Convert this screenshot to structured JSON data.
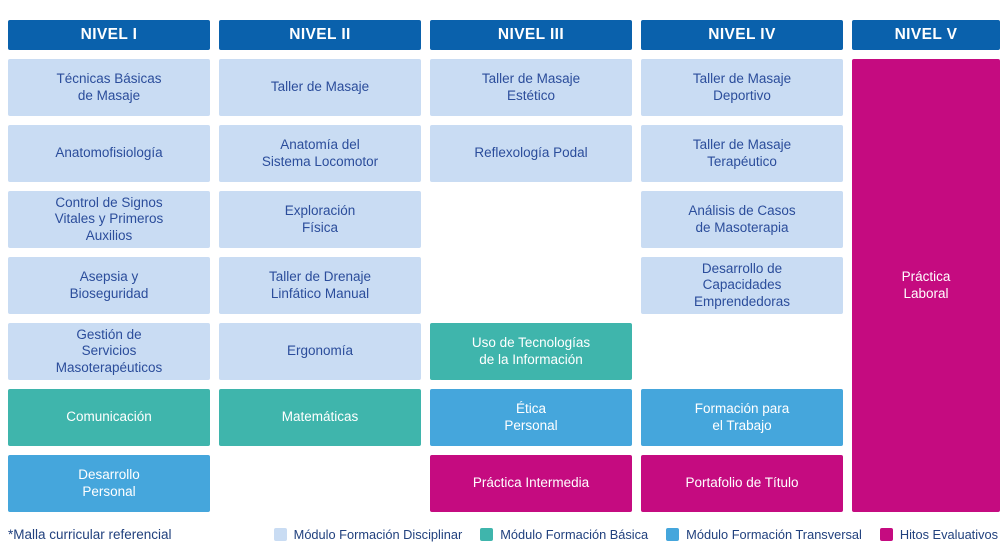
{
  "colors": {
    "header_bg": "#0A61AC",
    "disciplinar": "#C9DCF3",
    "basica": "#3FB5AC",
    "transversal": "#45A6DC",
    "hitos": "#C50B80",
    "cell_text": "#2B4D9B",
    "footer_text": "#21417E"
  },
  "columns": [
    {
      "header": "NIVEL I",
      "cells": [
        {
          "row": 1,
          "type": "disciplinar",
          "label": "Técnicas Básicas\nde Masaje"
        },
        {
          "row": 2,
          "type": "disciplinar",
          "label": "Anatomofisiología"
        },
        {
          "row": 3,
          "type": "disciplinar",
          "label": "Control de Signos\nVitales y Primeros\nAuxilios"
        },
        {
          "row": 4,
          "type": "disciplinar",
          "label": "Asepsia y\nBioseguridad"
        },
        {
          "row": 5,
          "type": "disciplinar",
          "label": "Gestión de\nServicios\nMasoterapéuticos"
        },
        {
          "row": 6,
          "type": "basica",
          "label": "Comunicación"
        },
        {
          "row": 7,
          "type": "transversal",
          "label": "Desarrollo\nPersonal"
        }
      ]
    },
    {
      "header": "NIVEL II",
      "cells": [
        {
          "row": 1,
          "type": "disciplinar",
          "label": "Taller de Masaje"
        },
        {
          "row": 2,
          "type": "disciplinar",
          "label": "Anatomía del\nSistema Locomotor"
        },
        {
          "row": 3,
          "type": "disciplinar",
          "label": "Exploración\nFísica"
        },
        {
          "row": 4,
          "type": "disciplinar",
          "label": "Taller de Drenaje\nLinfático Manual"
        },
        {
          "row": 5,
          "type": "disciplinar",
          "label": "Ergonomía"
        },
        {
          "row": 6,
          "type": "basica",
          "label": "Matemáticas"
        }
      ]
    },
    {
      "header": "NIVEL III",
      "cells": [
        {
          "row": 1,
          "type": "disciplinar",
          "label": "Taller de Masaje\nEstético"
        },
        {
          "row": 2,
          "type": "disciplinar",
          "label": "Reflexología Podal"
        },
        {
          "row": 5,
          "type": "basica",
          "label": "Uso de Tecnologías\nde la Información"
        },
        {
          "row": 6,
          "type": "transversal",
          "label": "Ética\nPersonal"
        },
        {
          "row": 7,
          "type": "hitos",
          "label": "Práctica Intermedia"
        }
      ]
    },
    {
      "header": "NIVEL IV",
      "cells": [
        {
          "row": 1,
          "type": "disciplinar",
          "label": "Taller de Masaje\nDeportivo"
        },
        {
          "row": 2,
          "type": "disciplinar",
          "label": "Taller de Masaje\nTerapéutico"
        },
        {
          "row": 3,
          "type": "disciplinar",
          "label": "Análisis de Casos\nde Masoterapia"
        },
        {
          "row": 4,
          "type": "disciplinar",
          "label": "Desarrollo de\nCapacidades\nEmprendedoras"
        },
        {
          "row": 6,
          "type": "transversal",
          "label": "Formación para\nel Trabajo"
        },
        {
          "row": 7,
          "type": "hitos",
          "label": "Portafolio de Título"
        }
      ]
    },
    {
      "header": "NIVEL V",
      "cells": [
        {
          "row": 1,
          "rowspan": 7,
          "type": "hitos",
          "label": "Práctica\nLaboral"
        }
      ]
    }
  ],
  "footer": {
    "note": "*Malla curricular referencial",
    "legend": [
      {
        "type": "disciplinar",
        "label": "Módulo Formación Disciplinar"
      },
      {
        "type": "basica",
        "label": "Módulo Formación Básica"
      },
      {
        "type": "transversal",
        "label": "Módulo Formación Transversal"
      },
      {
        "type": "hitos",
        "label": "Hitos Evaluativos"
      }
    ]
  }
}
